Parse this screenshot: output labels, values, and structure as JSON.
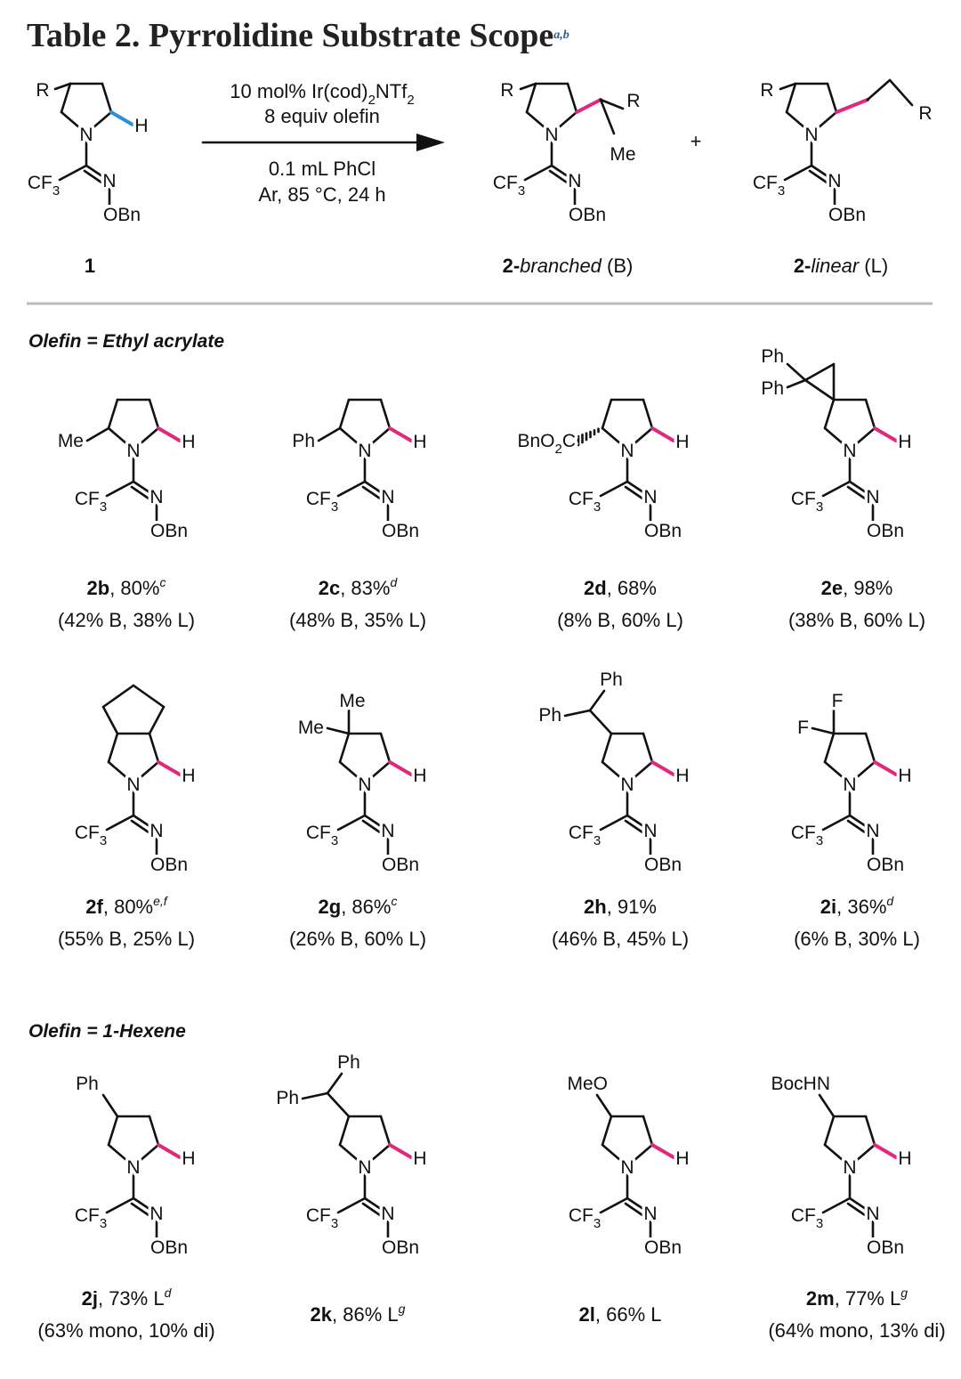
{
  "title": {
    "text": "Table 2. Pyrrolidine Substrate Scope",
    "footnotes": "a,b"
  },
  "scheme": {
    "conditions": [
      "10 mol% Ir(cod)",
      "NTf",
      "8 equiv olefin",
      "0.1 mL PhCl",
      "Ar, 85 °C, 24 h"
    ],
    "start_label": "1",
    "branched_label": {
      "num": "2-",
      "name": "branched",
      "suffix": " (B)"
    },
    "linear_label": {
      "num": "2-",
      "name": "linear",
      "suffix": " (L)"
    },
    "plus": "+",
    "atoms": {
      "R": "R",
      "Me": "Me",
      "N": "N",
      "H": "H",
      "CF": "CF",
      "three": "3",
      "OBn": "OBn"
    },
    "colors": {
      "new_bond": "#e0287d",
      "ch_bond": "#2a8fd6"
    }
  },
  "sections": [
    {
      "heading": "Olefin = Ethyl acrylate"
    },
    {
      "heading": "Olefin = 1-Hexene"
    }
  ],
  "compounds": [
    {
      "id": "2b",
      "subst": "c5",
      "labels": [
        "Me"
      ],
      "yield": ", 80%",
      "sup": "c",
      "detail": "(42% B, 38% L)"
    },
    {
      "id": "2c",
      "subst": "c5",
      "labels": [
        "Ph"
      ],
      "yield": ", 83%",
      "sup": "d",
      "detail": "(48% B, 35% L)"
    },
    {
      "id": "2d",
      "subst": "c5hash",
      "labels": [
        "BnO",
        "2",
        "C"
      ],
      "yield": ", 68%",
      "sup": "",
      "detail": "(8% B, 60% L)"
    },
    {
      "id": "2e",
      "subst": "spiro",
      "labels": [
        "Ph",
        "Ph"
      ],
      "yield": ", 98%",
      "sup": "",
      "detail": "(38% B, 60% L)"
    },
    {
      "id": "2f",
      "subst": "fused",
      "labels": [],
      "yield": ", 80%",
      "sup": "e,f",
      "detail": "(55% B, 25% L)"
    },
    {
      "id": "2g",
      "subst": "gem",
      "labels": [
        "Me",
        "Me"
      ],
      "yield": ", 86%",
      "sup": "c",
      "detail": "(26% B, 60% L)"
    },
    {
      "id": "2h",
      "subst": "chph2",
      "labels": [
        "Ph",
        "Ph"
      ],
      "yield": ", 91%",
      "sup": "",
      "detail": "(46% B, 45% L)"
    },
    {
      "id": "2i",
      "subst": "gem",
      "labels": [
        "F",
        "F"
      ],
      "yield": ", 36%",
      "sup": "d",
      "detail": "(6% B, 30% L)"
    },
    {
      "id": "2j",
      "subst": "c4",
      "labels": [
        "Ph"
      ],
      "yield": ", 73% L",
      "sup": "d",
      "detail": "(63% mono, 10% di)"
    },
    {
      "id": "2k",
      "subst": "chph2",
      "labels": [
        "Ph",
        "Ph"
      ],
      "yield": ", 86% L",
      "sup": "g",
      "detail": ""
    },
    {
      "id": "2l",
      "subst": "c4",
      "labels": [
        "MeO"
      ],
      "yield": ", 66% L",
      "sup": "",
      "detail": ""
    },
    {
      "id": "2m",
      "subst": "c4",
      "labels": [
        "BocHN"
      ],
      "yield": ", 77% L",
      "sup": "g",
      "detail": "(64% mono, 13% di)"
    }
  ]
}
